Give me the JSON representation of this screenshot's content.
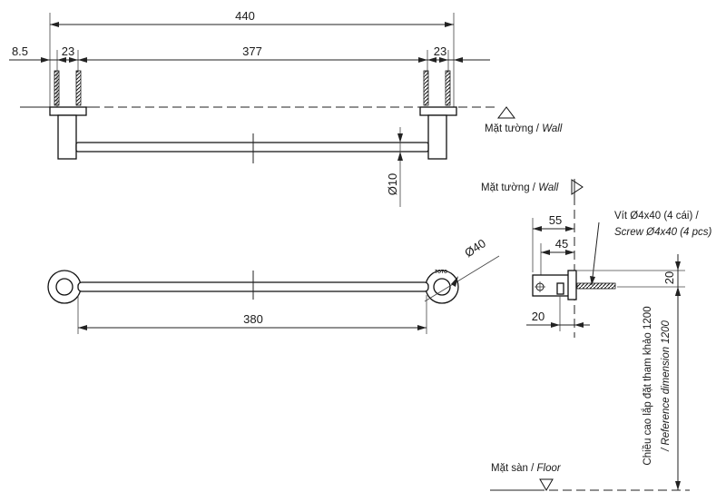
{
  "dimensions": {
    "overall_length": "440",
    "wall_offset": "8.5",
    "bracket_left": "23",
    "bar_span": "377",
    "bracket_right": "23",
    "bar_diameter": "Ø10",
    "flange_diameter": "Ø40",
    "bar_length": "380",
    "bracket_depth": "55",
    "bar_projection": "45",
    "flange_height": "20",
    "screw_offset": "20",
    "mount_height": "1200"
  },
  "labels": {
    "wall_vi": "Mặt tường / ",
    "wall_en": "Wall",
    "floor_vi": "Mặt sàn / ",
    "floor_en": "Floor",
    "screw_vi": "Vít Ø4x40 (4 cái) /",
    "screw_en": "Screw Ø4x40 (4 pcs)",
    "height_vi": "Chiều cao lắp đặt tham khảo 1200",
    "height_en": "/ Reference dimension 1200",
    "brand": "TOTO"
  },
  "icons": [
    "wall-reference-triangle-icon",
    "floor-reference-triangle-icon",
    "screw-icon"
  ]
}
